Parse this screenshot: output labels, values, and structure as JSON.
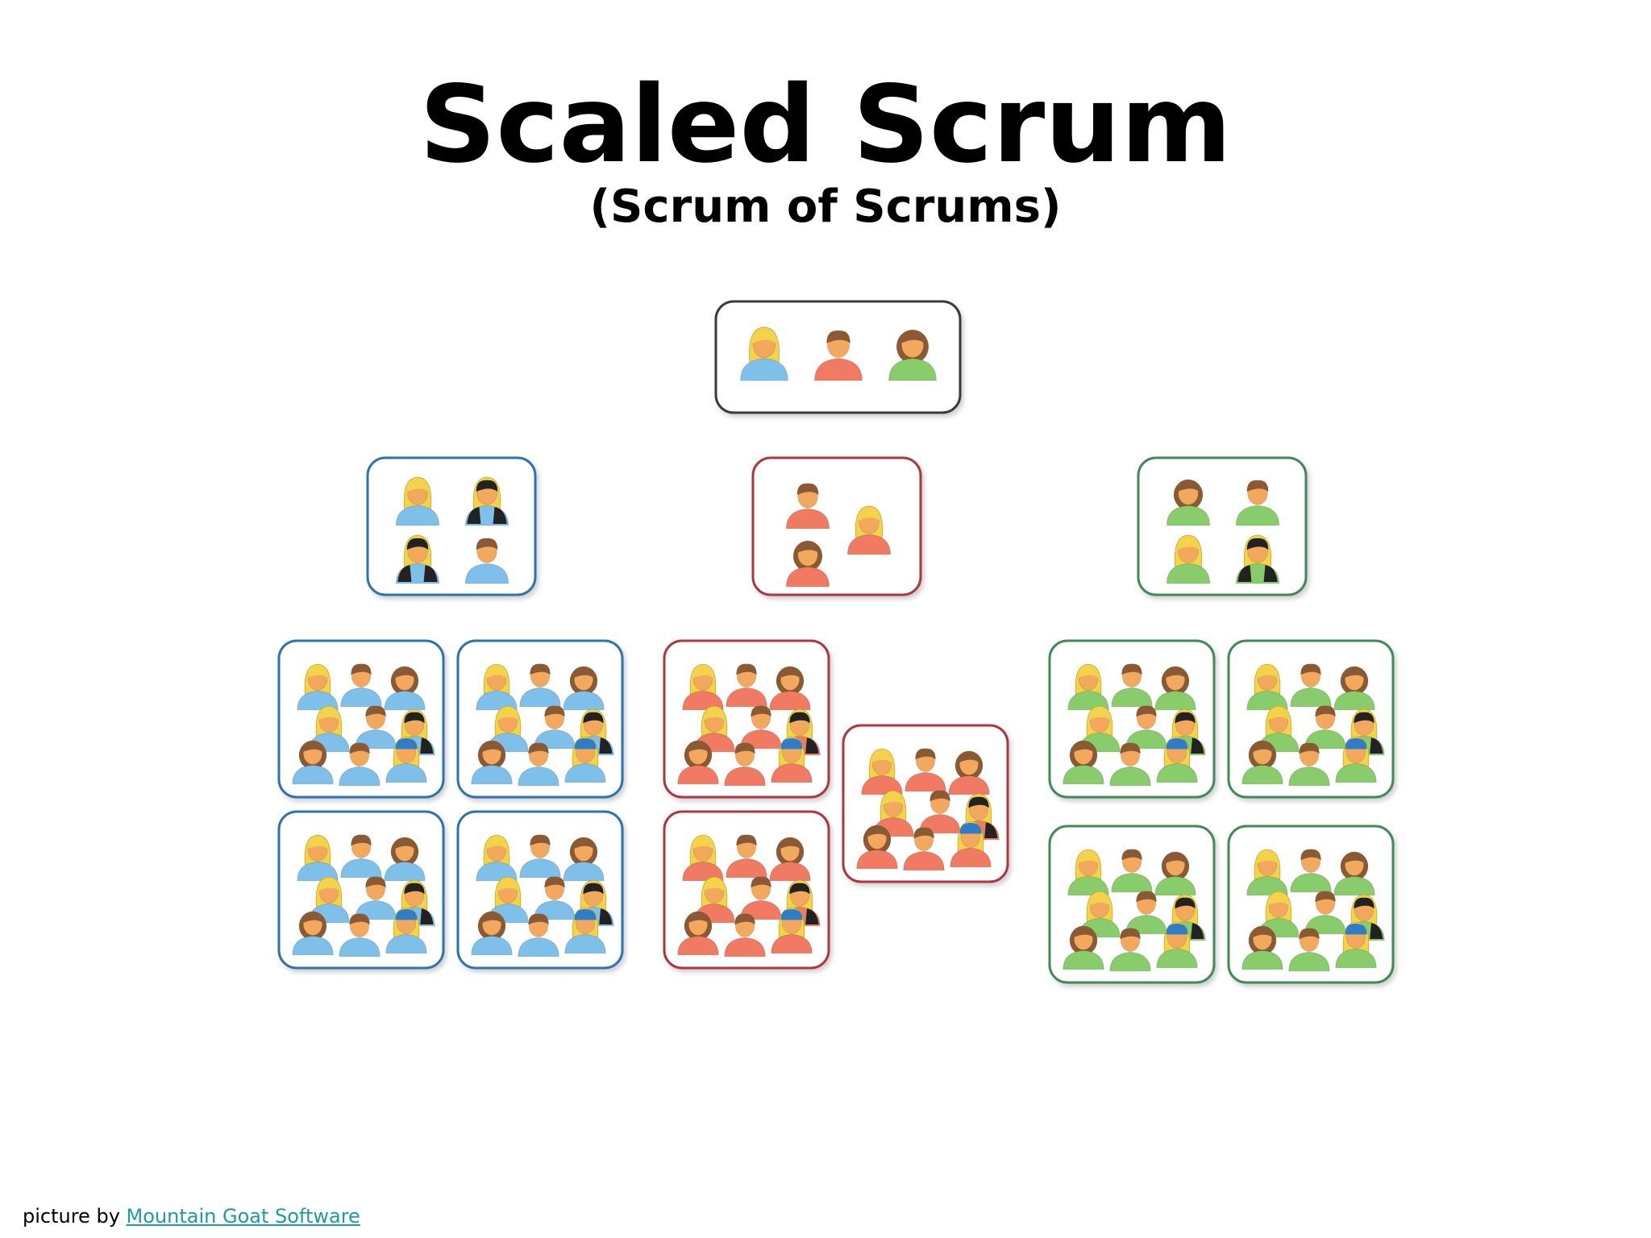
{
  "title": "Scaled Scrum",
  "subtitle": "(Scrum of Scrums)",
  "credit": {
    "prefix": "picture by",
    "link_text": "Mountain Goat Software"
  },
  "colors": {
    "black_group": "#3a3a3a",
    "blue_group": "#2f73b0",
    "red_group": "#b0353d",
    "green_group": "#3f8a5a",
    "skin": "#f2a95e",
    "hair_blonde": "#f3d34b",
    "hair_brown": "#8a5a34",
    "hair_black": "#222222",
    "shirt_blue": "#7ec0ea",
    "shirt_red": "#f07a62",
    "shirt_green": "#88cc6c",
    "cap_blue": "#2e7dc8"
  }
}
